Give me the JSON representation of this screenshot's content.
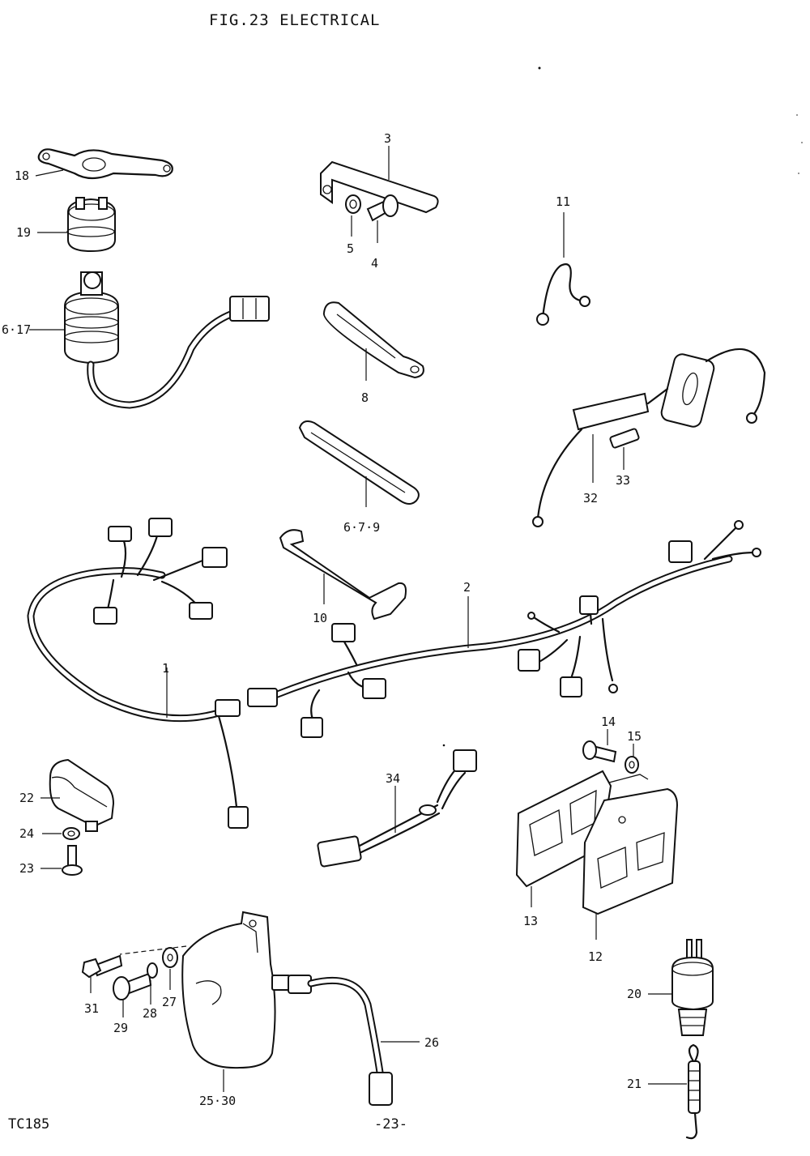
{
  "header": {
    "title": "FIG.23  ELECTRICAL"
  },
  "footer": {
    "code": "TC185",
    "page": "-23-"
  },
  "callouts": {
    "c18": "18",
    "c19": "19",
    "c6_17": "6·17",
    "c3": "3",
    "c5": "5",
    "c4": "4",
    "c11": "11",
    "c8": "8",
    "c33": "33",
    "c32": "32",
    "c6_7_9": "6·7·9",
    "c10": "10",
    "c2": "2",
    "c1": "1",
    "c14": "14",
    "c15": "15",
    "c22": "22",
    "c24": "24",
    "c23": "23",
    "c34": "34",
    "c13": "13",
    "c12": "12",
    "c31": "31",
    "c29": "29",
    "c28": "28",
    "c27": "27",
    "c26": "26",
    "c25_30": "25·30",
    "c20": "20",
    "c21": "21"
  }
}
